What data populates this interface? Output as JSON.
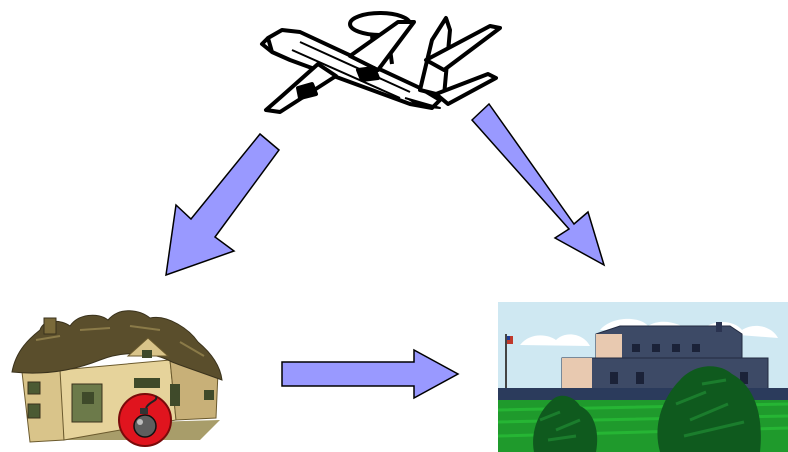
{
  "diagram": {
    "nodes": [
      {
        "id": "aircraft",
        "icon": "awacs-aircraft-icon"
      },
      {
        "id": "house",
        "icon": "house-with-bomb-icon"
      },
      {
        "id": "building",
        "icon": "government-building-icon"
      }
    ],
    "edges": [
      {
        "from": "aircraft",
        "to": "house"
      },
      {
        "from": "aircraft",
        "to": "building"
      },
      {
        "from": "house",
        "to": "building"
      }
    ]
  },
  "colors": {
    "arrow_fill": "#9999ff",
    "arrow_stroke": "#000000",
    "sky": "#cfe8f2",
    "lawn": "#1f9a2c",
    "bomb": "#e0141e",
    "house_wall": "#d9c48a",
    "house_roof": "#5a4e2c"
  }
}
